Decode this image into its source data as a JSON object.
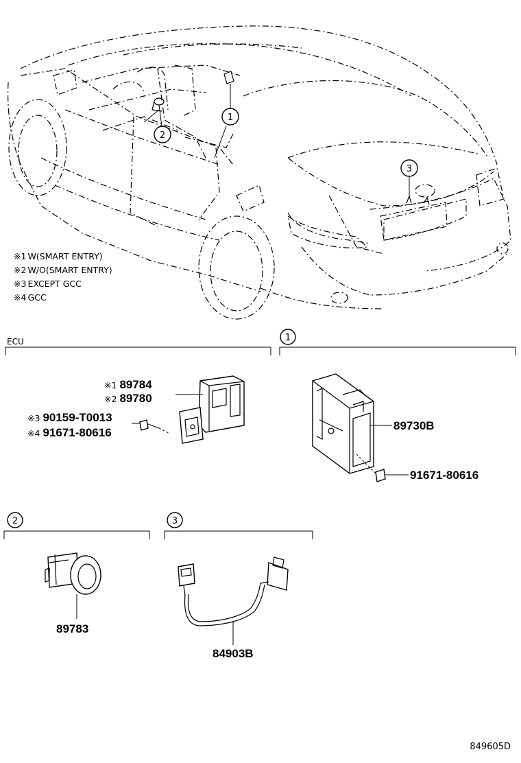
{
  "notes": [
    {
      "mark": "※1",
      "text": "W(SMART ENTRY)"
    },
    {
      "mark": "※2",
      "text": "W/O(SMART ENTRY)"
    },
    {
      "mark": "※3",
      "text": "EXCEPT GCC"
    },
    {
      "mark": "※4",
      "text": "GCC"
    }
  ],
  "callouts": [
    "1",
    "2",
    "3"
  ],
  "sections": {
    "ecu": {
      "title": "ECU"
    },
    "s1": {
      "number": "1"
    },
    "s2": {
      "number": "2"
    },
    "s3": {
      "number": "3"
    }
  },
  "parts": {
    "ecu_a": {
      "mark": "※1",
      "number": "89784"
    },
    "ecu_b": {
      "mark": "※2",
      "number": "89780"
    },
    "bolt_a": {
      "mark": "※3",
      "number": "90159-T0013"
    },
    "bolt_b": {
      "mark": "※4",
      "number": "91671-80616"
    },
    "receiver": {
      "number": "89730B"
    },
    "receiver_bolt": {
      "number": "91671-80616"
    },
    "coil": {
      "number": "89783"
    },
    "harness": {
      "number": "84903B"
    }
  },
  "diagram_code": "849605D"
}
